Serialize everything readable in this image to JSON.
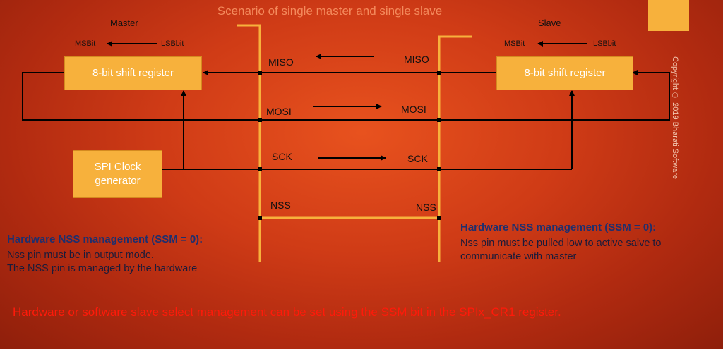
{
  "title": "Scenario of single master and single slave",
  "master": {
    "label": "Master",
    "msbit": "MSBit",
    "lsbit": "LSBbit",
    "shift_register": "8-bit shift register",
    "clock_line1": "SPI Clock",
    "clock_line2": "generator"
  },
  "slave": {
    "label": "Slave",
    "msbit": "MSBit",
    "lsbit": "LSBbit",
    "shift_register": "8-bit shift register"
  },
  "signals": {
    "miso": "MISO",
    "mosi": "MOSI",
    "sck": "SCK",
    "nss": "NSS"
  },
  "master_note": {
    "heading": "Hardware NSS management (SSM = 0):",
    "line1": "Nss pin must be in output  mode.",
    "line2": "The NSS pin is managed by the hardware"
  },
  "slave_note": {
    "heading": "Hardware NSS management (SSM = 0):",
    "line1": "Nss pin must be pulled  low to active salve to",
    "line2": "communicate with master"
  },
  "footer": "Hardware or software slave select management can be set using the SSM bit in the SPIx_CR1 register.",
  "copyright": "Copyright © 2019 Bharati Software",
  "colors": {
    "background": "#cf3b16",
    "box_fill": "#f7b13c",
    "boundary": "#f7b13c",
    "note_heading": "#1f2f6e",
    "footer_text": "#ff1a0a"
  }
}
